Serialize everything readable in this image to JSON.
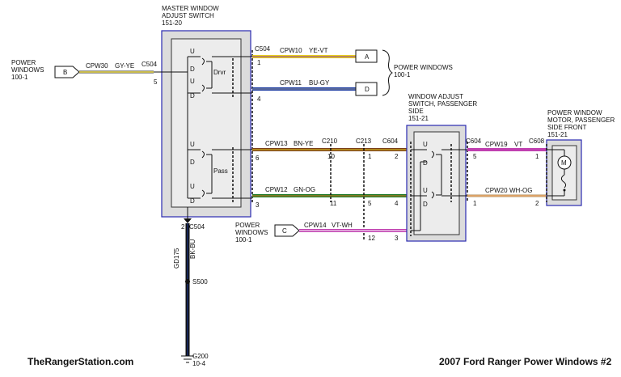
{
  "footer": {
    "site": "TheRangerStation.com",
    "title": "2007 Ford Ranger Power Windows #2"
  },
  "master_switch": {
    "title_line1": "MASTER WINDOW",
    "title_line2": "ADJUST SWITCH",
    "title_line3": "151-20",
    "drvr_label": "Drvr",
    "pass_label": "Pass",
    "u_label": "U",
    "d_label": "D",
    "pins": {
      "left": "5",
      "a": "1",
      "d": "4",
      "ps_up": "6",
      "ps_dn": "3",
      "gnd": "2"
    },
    "connector": "C504",
    "connector_left": "C504",
    "connector_gnd": "C504"
  },
  "passenger_switch": {
    "title_line1": "WINDOW ADJUST",
    "title_line2": "SWITCH, PASSENGER",
    "title_line3": "SIDE",
    "title_line4": "151-21",
    "connector": "C604",
    "pins_in": {
      "up": "2",
      "dn": "4",
      "pwr": "3"
    },
    "pins_out": {
      "up": "5",
      "dn": "1"
    }
  },
  "motor": {
    "title_line1": "POWER WINDOW",
    "title_line2": "MOTOR, PASSENGER",
    "title_line3": "SIDE FRONT",
    "title_line4": "151-21",
    "connector": "C608",
    "pins": {
      "a": "1",
      "b": "2"
    },
    "symbol": "M"
  },
  "refs": {
    "left_power": {
      "line1": "POWER",
      "line2": "WINDOWS",
      "line3": "100-1",
      "tag": "B"
    },
    "right_power": {
      "line1": "POWER WINDOWS",
      "line2": "100-1",
      "tags": [
        "A",
        "D"
      ]
    },
    "mid_power": {
      "line1": "POWER",
      "line2": "WINDOWS",
      "line3": "100-1",
      "tag": "C"
    }
  },
  "wires": [
    {
      "circuit": "CPW30",
      "color": "GY-YE",
      "hex": "#9a9a9a",
      "stripe": "#e8d020"
    },
    {
      "circuit": "CPW10",
      "color": "YE-VT",
      "hex": "#e8d020",
      "stripe": "#8a3aa0"
    },
    {
      "circuit": "CPW11",
      "color": "BU-GY",
      "hex": "#1a3aa0",
      "stripe": "#9a9a9a"
    },
    {
      "circuit": "CPW13",
      "color": "BN-YE",
      "hex": "#7a3f1c",
      "stripe": "#e8d020"
    },
    {
      "circuit": "CPW12",
      "color": "GN-OG",
      "hex": "#1d7a2a",
      "stripe": "#e07b20"
    },
    {
      "circuit": "CPW14",
      "color": "VT-WH",
      "hex": "#c040b0",
      "stripe": "#ffffff"
    },
    {
      "circuit": "CPW19",
      "color": "VT",
      "hex": "#c040b0",
      "stripe": "#c040b0"
    },
    {
      "circuit": "CPW20",
      "color": "WH-OG",
      "hex": "#d8c8b0",
      "stripe": "#e07b20"
    }
  ],
  "inline_connectors": {
    "c210": "C210",
    "c210_pin_up": "10",
    "c210_pin_dn": "11",
    "c213": "C213",
    "c213_pin_up": "1",
    "c213_pin_dn": "5",
    "c213_pin_pwr": "12"
  },
  "ground": {
    "circuit": "GD175",
    "color": "BK-BU",
    "splice": "S500",
    "ground_id": "G200",
    "ground_ref": "10-4"
  }
}
